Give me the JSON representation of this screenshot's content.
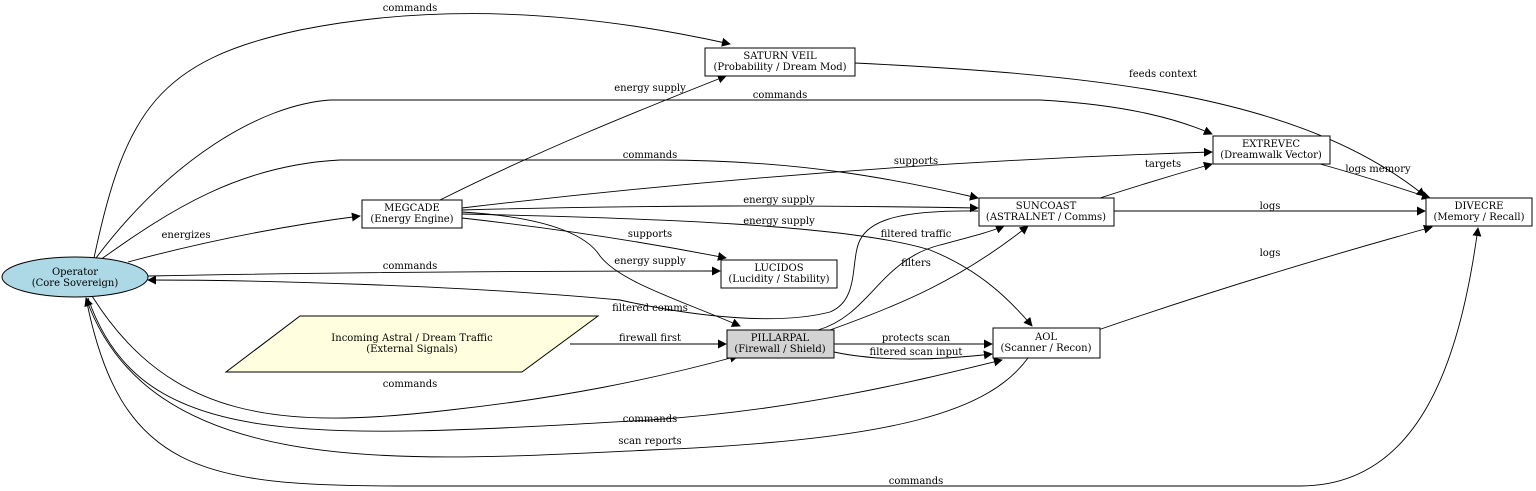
{
  "colors": {
    "operator_fill": "#add8e6",
    "traffic_fill": "#ffffe0",
    "pillarpal_fill": "#d3d3d3",
    "default_fill": "#ffffff",
    "stroke": "#000000"
  },
  "nodes": {
    "operator": {
      "line1": "Operator",
      "line2": "(Core Sovereign)",
      "shape": "ellipse"
    },
    "traffic": {
      "line1": "Incoming Astral / Dream Traffic",
      "line2": "(External Signals)",
      "shape": "parallelogram"
    },
    "megcade": {
      "line1": "MEGCADE",
      "line2": "(Energy Engine)",
      "shape": "box"
    },
    "saturn": {
      "line1": "SATURN VEIL",
      "line2": "(Probability / Dream Mod)",
      "shape": "box"
    },
    "lucidos": {
      "line1": "LUCIDOS",
      "line2": "(Lucidity / Stability)",
      "shape": "box"
    },
    "pillarpal": {
      "line1": "PILLARPAL",
      "line2": "(Firewall / Shield)",
      "shape": "box"
    },
    "suncoast": {
      "line1": "SUNCOAST",
      "line2": "(ASTRALNET / Comms)",
      "shape": "box"
    },
    "extrevec": {
      "line1": "EXTREVEC",
      "line2": "(Dreamwalk Vector)",
      "shape": "box"
    },
    "aol": {
      "line1": "AOL",
      "line2": "(Scanner / Recon)",
      "shape": "box"
    },
    "divecre": {
      "line1": "DIVECRE",
      "line2": "(Memory / Recall)",
      "shape": "box"
    }
  },
  "edges": [
    {
      "from": "operator",
      "to": "saturn",
      "label": "commands"
    },
    {
      "from": "operator",
      "to": "extrevec",
      "label": "commands"
    },
    {
      "from": "operator",
      "to": "suncoast",
      "label": "commands"
    },
    {
      "from": "operator",
      "to": "megcade",
      "label": "energizes"
    },
    {
      "from": "operator",
      "to": "lucidos",
      "label": "commands"
    },
    {
      "from": "operator",
      "to": "pillarpal",
      "label": "commands"
    },
    {
      "from": "operator",
      "to": "aol",
      "label": "commands"
    },
    {
      "from": "operator",
      "to": "divecre",
      "label": "commands"
    },
    {
      "from": "megcade",
      "to": "saturn",
      "label": "energy supply"
    },
    {
      "from": "megcade",
      "to": "extrevec",
      "label": "supports"
    },
    {
      "from": "megcade",
      "to": "suncoast",
      "label": "energy supply"
    },
    {
      "from": "megcade",
      "to": "aol",
      "label": "energy supply"
    },
    {
      "from": "megcade",
      "to": "lucidos",
      "label": "supports"
    },
    {
      "from": "megcade",
      "to": "pillarpal",
      "label": "energy supply"
    },
    {
      "from": "saturn",
      "to": "divecre",
      "label": "feeds context"
    },
    {
      "from": "traffic",
      "to": "pillarpal",
      "label": "firewall first"
    },
    {
      "from": "pillarpal",
      "to": "suncoast",
      "label": "filtered traffic"
    },
    {
      "from": "pillarpal",
      "to": "aol",
      "label": "protects scan"
    },
    {
      "from": "pillarpal",
      "to": "aol",
      "label": "filtered scan input"
    },
    {
      "from": "suncoast",
      "to": "operator",
      "label": "filtered comms"
    },
    {
      "from": "suncoast",
      "to": "extrevec",
      "label": "targets"
    },
    {
      "from": "suncoast",
      "to": "divecre",
      "label": "logs"
    },
    {
      "from": "extrevec",
      "to": "divecre",
      "label": "logs memory"
    },
    {
      "from": "aol",
      "to": "suncoast",
      "label": "filters"
    },
    {
      "from": "aol",
      "to": "divecre",
      "label": "logs"
    },
    {
      "from": "aol",
      "to": "operator",
      "label": "scan reports"
    }
  ]
}
